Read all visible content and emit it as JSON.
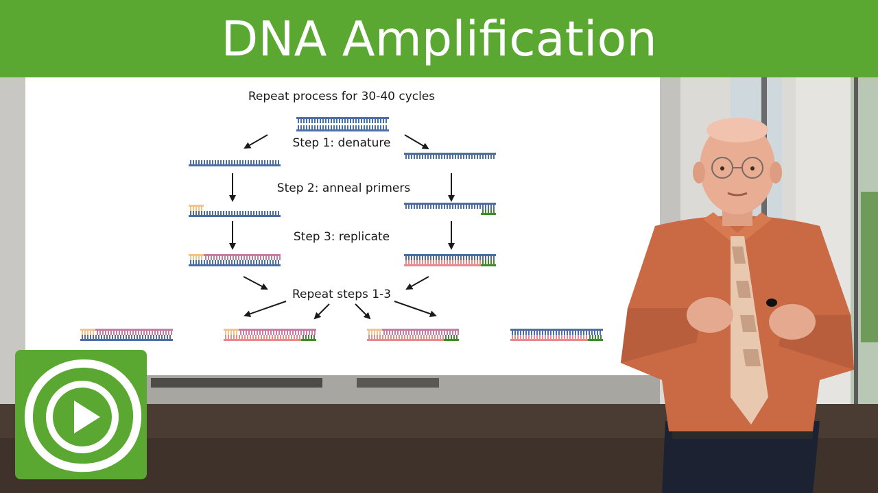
{
  "title": "DNA Amplification",
  "diagram": {
    "top_label": "Repeat process for 30-40 cycles",
    "step1": "Step 1: denature",
    "step2": "Step 2: anneal primers",
    "step3": "Step 3: replicate",
    "repeat": "Repeat steps 1-3"
  },
  "colors": {
    "brand_green": "#5aa832",
    "template_strand": "#4a6fa5",
    "new_strand": "#c97aa5",
    "primer_left": "#f2c48a",
    "primer_right": "#3f8a2a",
    "new_strand_right": "#e98a8a"
  },
  "icons": {
    "logo": "play-circle-icon"
  }
}
